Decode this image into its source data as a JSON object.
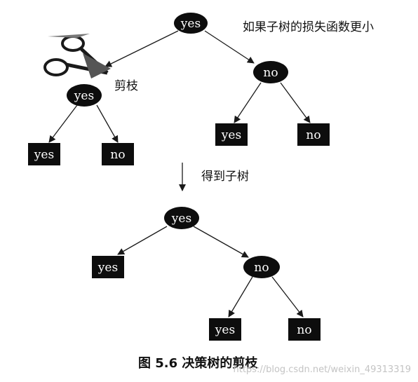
{
  "colors": {
    "node_fill": "#0d0d0d",
    "node_text": "#ffffff",
    "edge": "#1a1a1a",
    "text": "#111111",
    "watermark": "#c4c4c4"
  },
  "icons": {
    "scissors": "scissors-icon",
    "arrow": "down-arrow-icon"
  },
  "original_tree": {
    "root": "yes",
    "root_note": "如果子树的损失函数更小",
    "left_subtree": {
      "root": "yes",
      "prune_note": "剪枝",
      "leaf_left": "yes",
      "leaf_right": "no"
    },
    "right_subtree": {
      "root": "no",
      "leaf_left": "yes",
      "leaf_right": "no"
    }
  },
  "transition_note": "得到子树",
  "pruned_tree": {
    "root": "yes",
    "leaf_left": "yes",
    "right_subtree": {
      "root": "no",
      "leaf_left": "yes",
      "leaf_right": "no"
    }
  },
  "caption": "图 5.6    决策树的剪枝",
  "watermark": "https://blog.csdn.net/weixin_49313319"
}
